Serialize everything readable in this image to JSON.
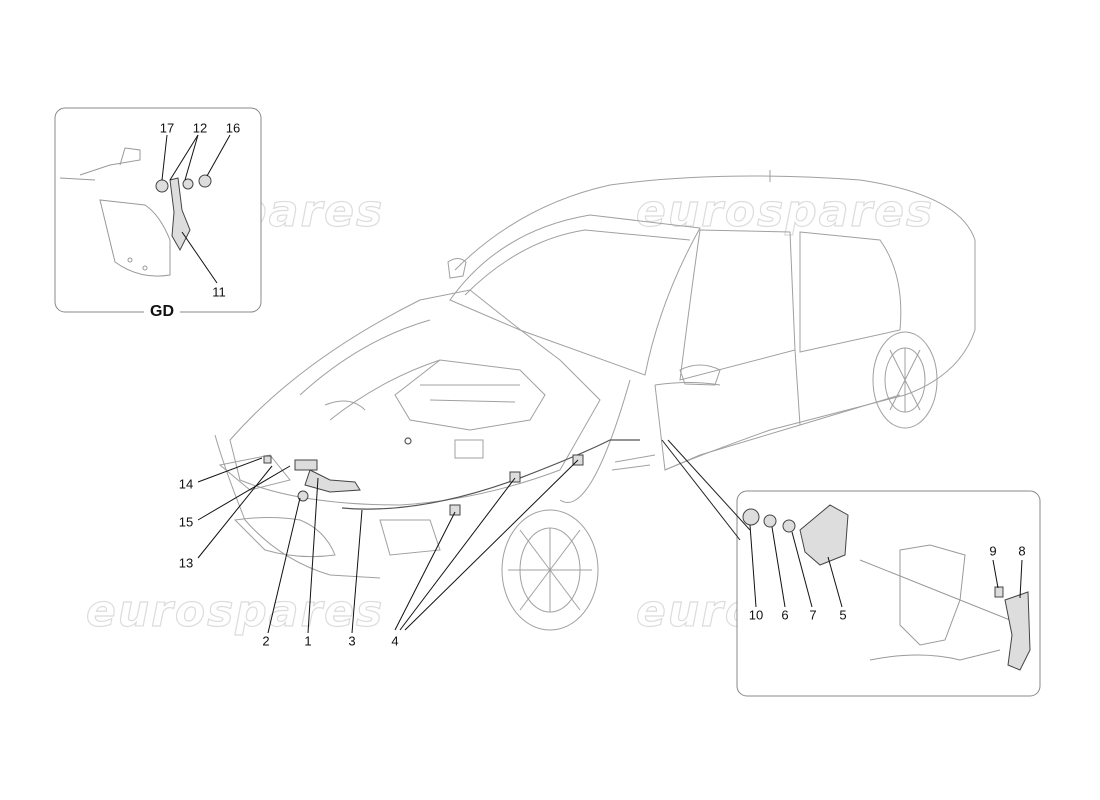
{
  "diagram": {
    "inset_left_label": "GD",
    "watermark_text": "eurospares",
    "callouts": {
      "n1": "1",
      "n2": "2",
      "n3": "3",
      "n4": "4",
      "n5": "5",
      "n6": "6",
      "n7": "7",
      "n8": "8",
      "n9": "9",
      "n10": "10",
      "n11": "11",
      "n12": "12",
      "n13": "13",
      "n14": "14",
      "n15": "15",
      "n16": "16",
      "n17": "17"
    },
    "colors": {
      "line_art": "#9a9a9a",
      "leader": "#111111",
      "watermark": "#dcdcdc",
      "frame": "#888888"
    }
  }
}
